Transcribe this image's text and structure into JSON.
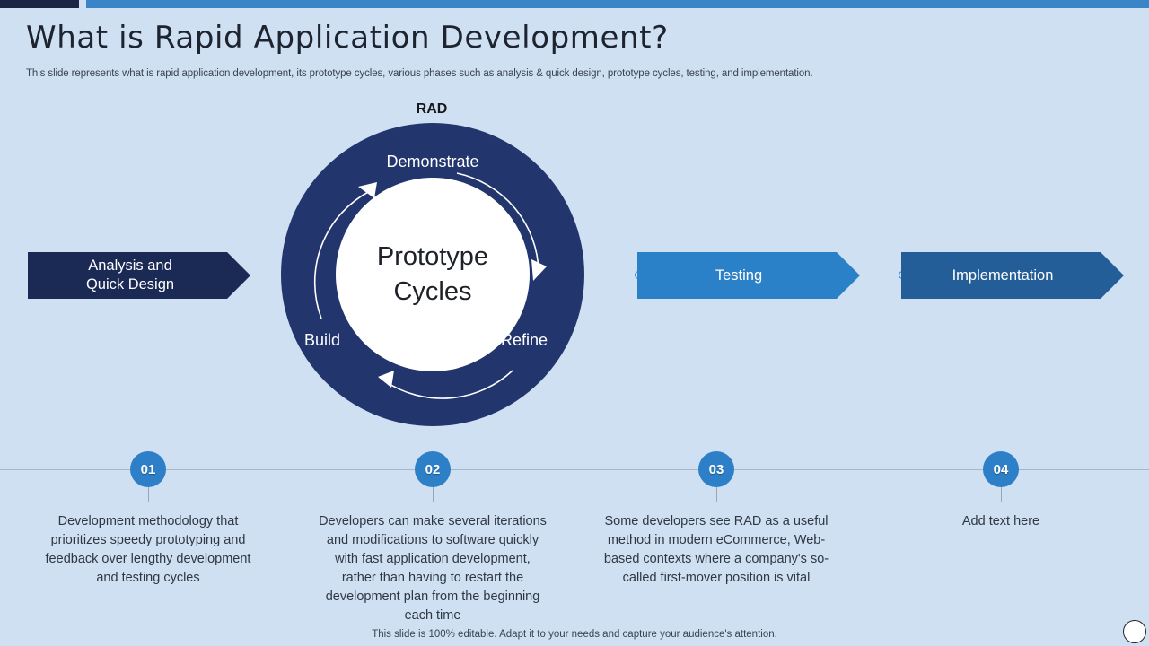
{
  "theme": {
    "background": "#cfe0f2",
    "navy": "#1b2647",
    "ring_navy": "#22356d",
    "accent_blue": "#2d80c8",
    "mid_blue": "#245e99",
    "text_dark": "#2f3742"
  },
  "topbar": {
    "navy_segment": "#1b2647",
    "blue_segment": "#3a85c8"
  },
  "header": {
    "title": "What is Rapid Application Development?",
    "subtitle": "This slide represents what is rapid application development, its prototype cycles, various phases such as analysis & quick design, prototype cycles, testing, and implementation."
  },
  "cycle": {
    "label": "RAD",
    "center_line1": "Prototype",
    "center_line2": "Cycles",
    "ring_labels": {
      "top": "Demonstrate",
      "left": "Build",
      "right": "Refine"
    }
  },
  "phases": [
    {
      "id": "analysis",
      "label_line1": "Analysis and",
      "label_line2": "Quick Design",
      "color": "#1b2a55"
    },
    {
      "id": "testing",
      "label_line1": "Testing",
      "label_line2": "",
      "color": "#2b81c8"
    },
    {
      "id": "implementation",
      "label_line1": "Implementation",
      "label_line2": "",
      "color": "#245e99"
    }
  ],
  "timeline": [
    {
      "number": "01",
      "text": "Development methodology that prioritizes speedy prototyping and feedback over lengthy development and testing cycles"
    },
    {
      "number": "02",
      "text": "Developers can make several iterations and modifications to software quickly with fast application development, rather than having to restart the development plan from the beginning each time"
    },
    {
      "number": "03",
      "text": "Some developers see RAD as a useful method in modern eCommerce, Web-based contexts where a company's so-called first-mover position is vital"
    },
    {
      "number": "04",
      "text": "Add text here"
    }
  ],
  "footer": {
    "note": "This slide is 100% editable. Adapt it to your needs and capture your audience's attention."
  }
}
